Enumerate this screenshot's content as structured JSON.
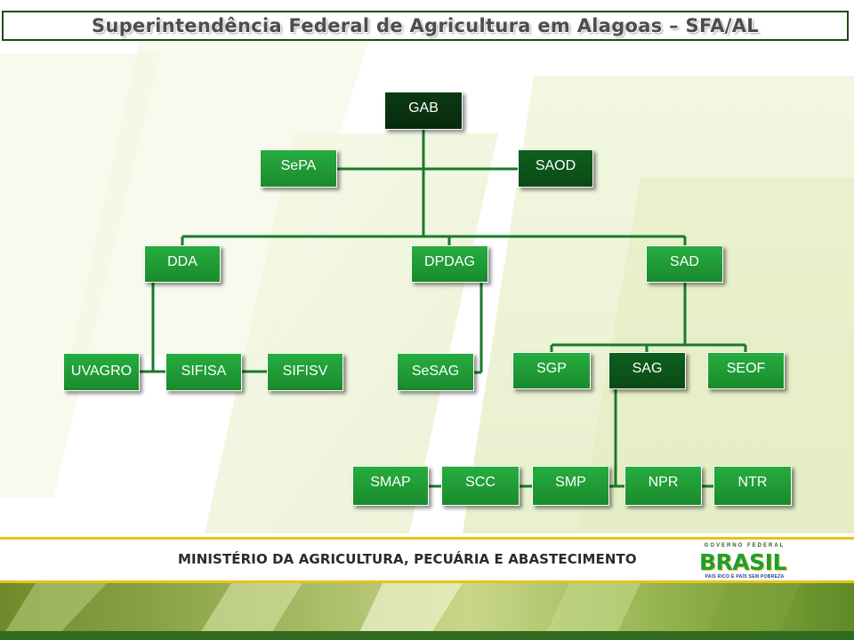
{
  "title": "Superintendência Federal de Agricultura em Alagoas – SFA/AL",
  "org_chart": {
    "nodes": {
      "gab": "GAB",
      "sepa": "SePA",
      "saod": "SAOD",
      "dda": "DDA",
      "dpdag": "DPDAG",
      "sad": "SAD",
      "uvagro": "UVAGRO",
      "sifisa": "SIFISA",
      "sifisv": "SIFISV",
      "sesag": "SeSAG",
      "sgp": "SGP",
      "sag": "SAG",
      "seof": "SEOF",
      "smap": "SMAP",
      "scc": "SCC",
      "smp": "SMP",
      "npr": "NPR",
      "ntr": "NTR"
    }
  },
  "footer": {
    "ministry": "MINISTÉRIO DA AGRICULTURA, PECUÁRIA E ABASTECIMENTO",
    "logo_top": "GOVERNO FEDERAL",
    "logo_word": "BRASIL",
    "logo_tagline": "PAÍS RICO É PAÍS SEM POBREZA"
  },
  "colors": {
    "node_green": "#22a83c",
    "node_dark": "#0f5f1e",
    "node_deepest": "#0b3a13",
    "connector": "#1a7a2a",
    "accent_yellow": "#e8c21a"
  }
}
